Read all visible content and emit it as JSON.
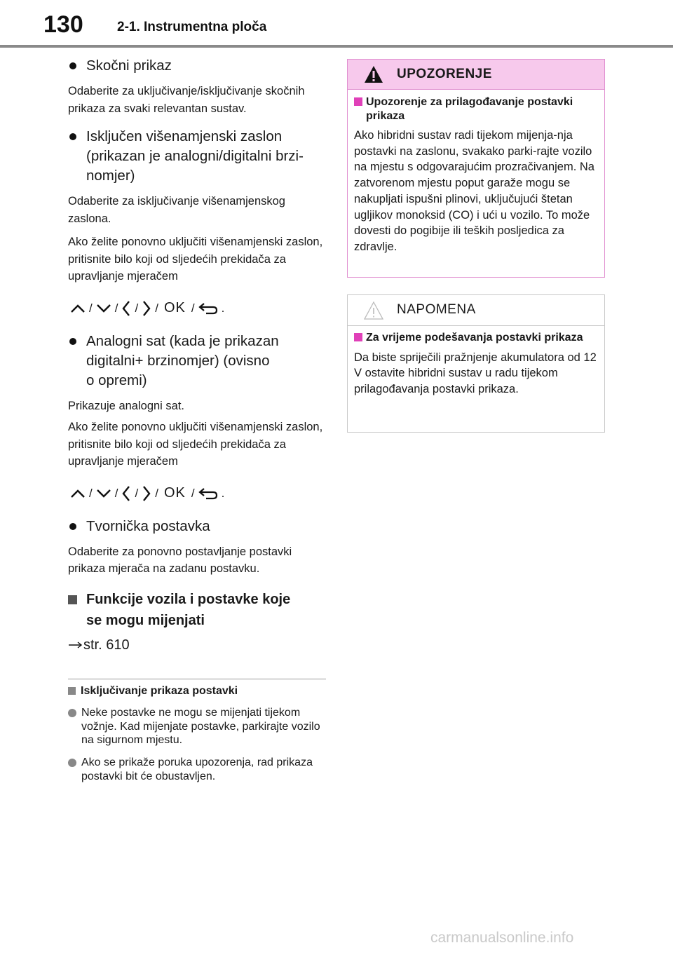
{
  "header": {
    "page_number": "130",
    "chapter": "2-1. Instrumentna ploča"
  },
  "left": {
    "s1": {
      "title": "Skočni prikaz",
      "text": "Odaberite za uključivanje/isključivanje skočnih prikaza za svaki relevantan sustav."
    },
    "s2": {
      "title": "Isključen višenamjenski zaslon (prikazan je analogni/digitalni brzinomjer)",
      "line1": "Isključen višenamjenski zaslon",
      "line2": "(prikazan je analogni/digitalni brzi-",
      "line3": "nomjer)",
      "text1": "Odaberite za isključivanje višenamjenskog zaslona.",
      "text2": "Ako želite ponovno uključiti višenamjenski zaslon, pritisnite bilo koji od sljedećih prekidača za upravljanje mjeračem"
    },
    "s3": {
      "line1": "Analogni sat (kada je prikazan",
      "line2": "digitalni+ brzinomjer) (ovisno",
      "line3": "o opremi)",
      "text1": "Prikazuje analogni sat.",
      "text2": "Ako želite ponovno uključiti višenamjenski zaslon, pritisnite bilo koji od sljedećih prekidača za upravljanje mjeračem"
    },
    "s4": {
      "title": "Tvornička postavka",
      "text": "Odaberite za ponovno postavljanje postavki prikaza mjerača na zadanu postavku."
    },
    "s5": {
      "line1": "Funkcije vozila i postavke koje",
      "line2": "se mogu mijenjati",
      "ref": "str. 610"
    },
    "icons": {
      "slash": "/",
      "ok": "OK",
      "period": "."
    },
    "note": {
      "title": "Isključivanje prikaza postavki",
      "item1": "Neke postavke ne mogu se mijenjati tijekom vožnje. Kad mijenjate postavke, parkirajte vozilo na sigurnom mjestu.",
      "item2": "Ako se prikaže poruka upozorenja, rad prikaza postavki bit će obustavljen."
    }
  },
  "warning": {
    "title": "UPOZORENJE",
    "sub": "Upozorenje za prilagođavanje postavki prikaza",
    "body": "Ako hibridni sustav radi tijekom mijenja-nja postavki na zaslonu, svakako parki-rajte vozilo na mjestu s odgovarajućim prozračivanjem. Na zatvorenom mjestu poput garaže mogu se nakupljati ispušni plinovi, uključujući štetan ugljikov monoksid (CO) i ući u vozilo. To može dovesti do pogibije ili teških posljedica za zdravlje.",
    "color_title_bg": "#f7c9ec",
    "color_border": "#e08fd0",
    "color_square": "#e040b8"
  },
  "notice": {
    "title": "NAPOMENA",
    "sub": "Za vrijeme podešavanja postavki prikaza",
    "body": "Da biste spriječili pražnjenje akumulatora od 12 V ostavite hibridni sustav u radu tijekom prilagođavanja postavki prikaza."
  },
  "watermark": "carmanualsonline.info"
}
